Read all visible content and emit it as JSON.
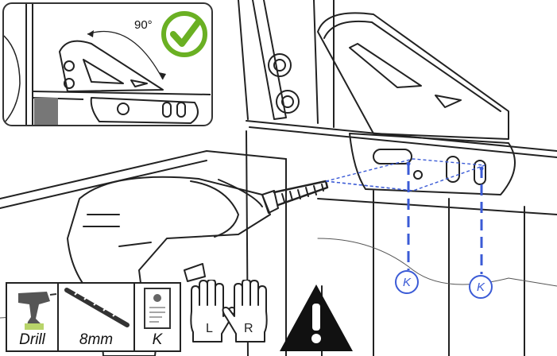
{
  "inset": {
    "angle_label": "90°",
    "check_color": "#6ab023"
  },
  "callouts": [
    {
      "label": "K"
    },
    {
      "label": "K"
    }
  ],
  "tools": [
    {
      "label": "Drill"
    },
    {
      "label": "8mm"
    },
    {
      "label": "K"
    }
  ],
  "gloves": {
    "left": "L",
    "right": "R"
  },
  "colors": {
    "callout_blue": "#3b5bd6",
    "line": "#222222"
  }
}
